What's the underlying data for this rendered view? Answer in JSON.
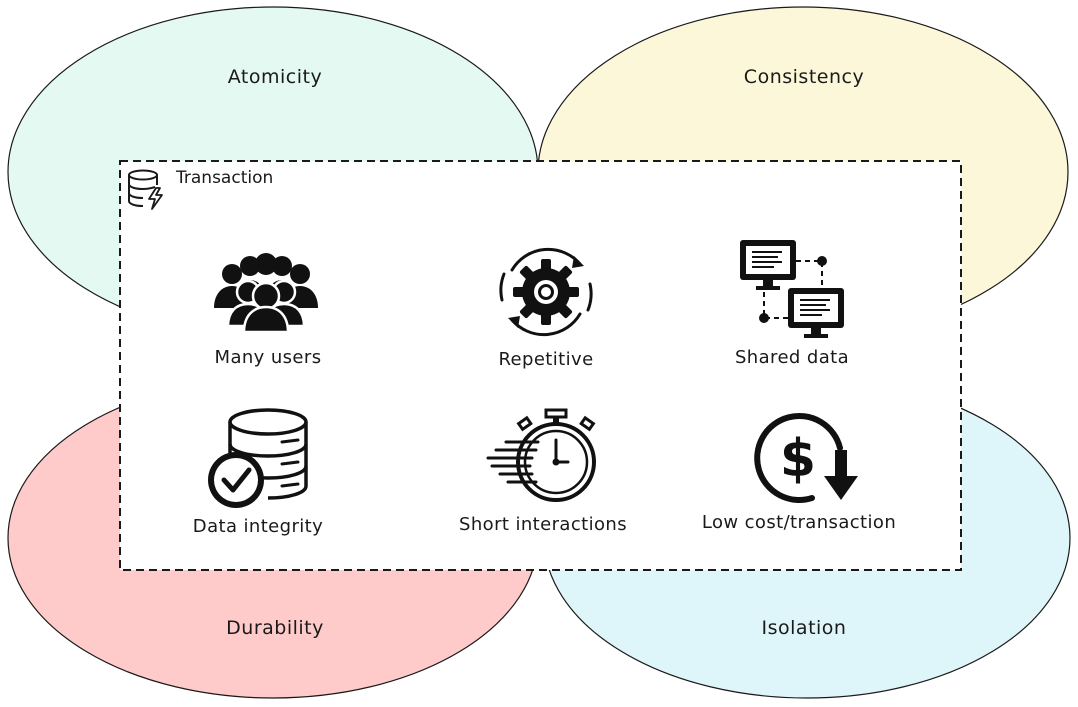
{
  "acid": {
    "atomicity": {
      "label": "Atomicity",
      "color": "#e3f9f1"
    },
    "consistency": {
      "label": "Consistency",
      "color": "#fdf7da"
    },
    "durability": {
      "label": "Durability",
      "color": "#fecaca"
    },
    "isolation": {
      "label": "Isolation",
      "color": "#def6f9"
    }
  },
  "transaction": {
    "title": "Transaction",
    "icon": "database-lightning-icon",
    "items": [
      {
        "label": "Many users",
        "icon": "user-group-icon"
      },
      {
        "label": "Repetitive",
        "icon": "gear-cycle-icon"
      },
      {
        "label": "Shared data",
        "icon": "networked-computers-icon"
      },
      {
        "label": "Data integrity",
        "icon": "database-check-icon"
      },
      {
        "label": "Short interactions",
        "icon": "stopwatch-speed-icon"
      },
      {
        "label": "Low cost/transaction",
        "icon": "dollar-down-icon"
      }
    ]
  }
}
